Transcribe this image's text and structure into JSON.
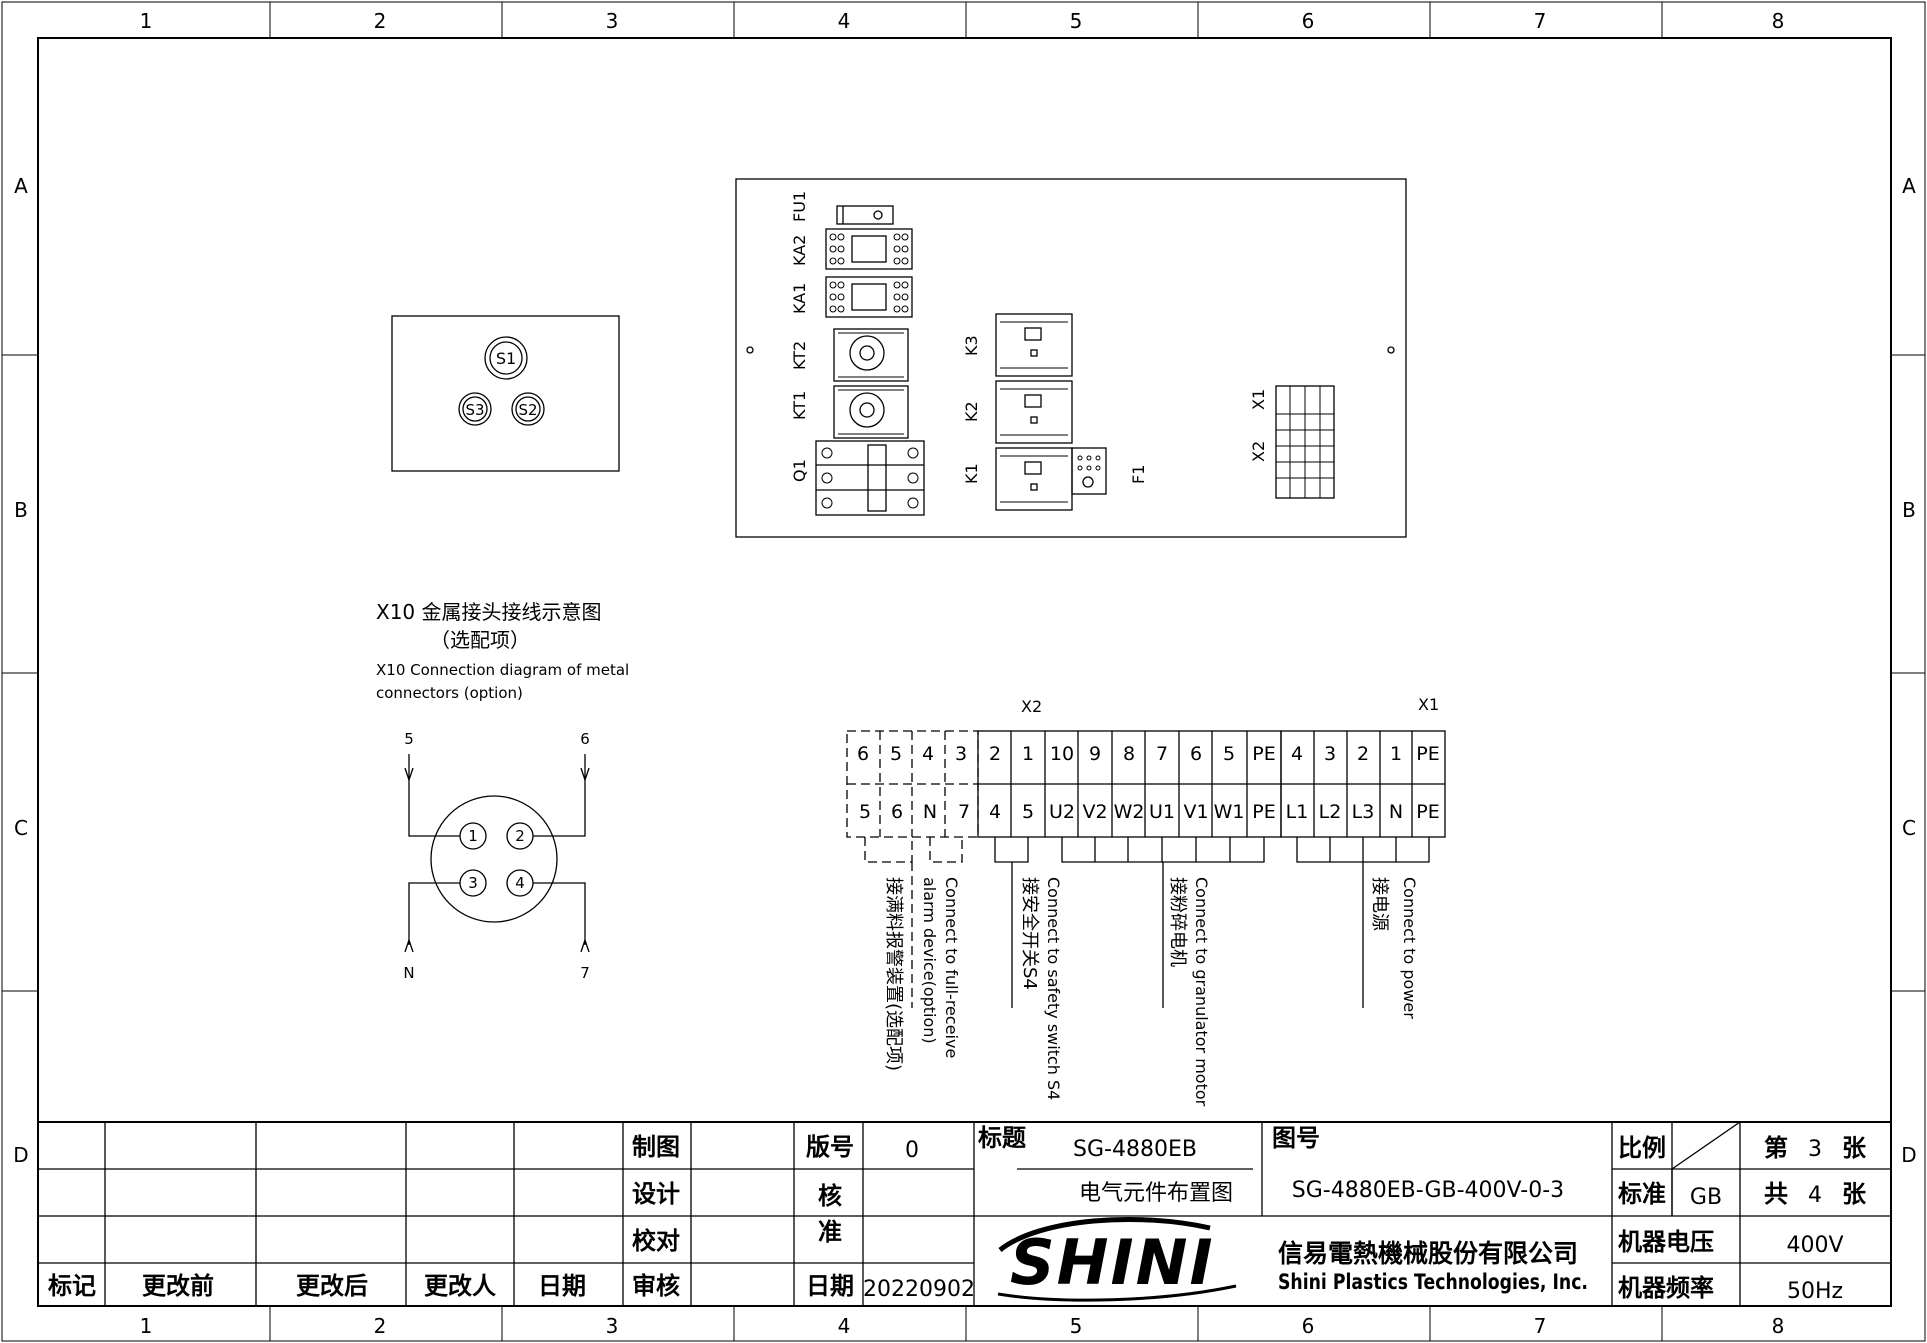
{
  "grid": {
    "columns": [
      "1",
      "2",
      "3",
      "4",
      "5",
      "6",
      "7",
      "8"
    ],
    "rows": [
      "A",
      "B",
      "C",
      "D"
    ]
  },
  "switch_panel": {
    "s1": "S1",
    "s2": "S2",
    "s3": "S3"
  },
  "cabinet": {
    "fu1": "FU1",
    "ka2": "KA2",
    "ka1": "KA1",
    "kt2": "KT2",
    "kt1": "KT1",
    "q1": "Q1",
    "k3": "K3",
    "k2": "K2",
    "k1": "K1",
    "f1": "F1",
    "x1": "X1",
    "x2": "X2"
  },
  "connector_diagram": {
    "title_cn": "X10 金属接头接线示意图",
    "option_cn": "（选配项）",
    "title_en_line1": "X10 Connection diagram of metal",
    "title_en_line2": "connectors (option)",
    "pins": [
      "1",
      "2",
      "3",
      "4"
    ],
    "wire_top_left": "5",
    "wire_top_right": "6",
    "wire_bottom_left": "N",
    "wire_bottom_right": "7"
  },
  "terminals": {
    "x2_label": "X2",
    "x1_label": "X1",
    "top_row": [
      "6",
      "5",
      "4",
      "3",
      "2",
      "1",
      "10",
      "9",
      "8",
      "7",
      "6",
      "5",
      "PE",
      "4",
      "3",
      "2",
      "1",
      "PE"
    ],
    "bottom_row": [
      "5",
      "6",
      "N",
      "7",
      "4",
      "5",
      "U2",
      "V2",
      "W2",
      "U1",
      "V1",
      "W1",
      "PE",
      "L1",
      "L2",
      "L3",
      "N",
      "PE"
    ],
    "notes": {
      "alarm_en_1": "Connect to full-receive",
      "alarm_en_2": "alarm device(option)",
      "alarm_cn": "接满料报警装置(选配项)",
      "safety_en": "Connect to safety switch S4",
      "safety_cn": "接安全开关S4",
      "motor_en": "Connect to granulator motor",
      "motor_cn": "接粉碎电机",
      "power_en": "Connect to power",
      "power_cn": "接电源"
    }
  },
  "title_block": {
    "mark": "标记",
    "before": "更改前",
    "after": "更改后",
    "changer": "更改人",
    "date_col": "日期",
    "drawn": "制图",
    "design": "设计",
    "check": "校对",
    "audit": "审核",
    "version_label": "版号",
    "version_value": "0",
    "approve_1": "核",
    "approve_2": "准",
    "date_label": "日期",
    "date_value": "20220902",
    "title_label": "标题",
    "title_value": "SG-4880EB",
    "title_sub": "电气元件布置图",
    "drawing_no_label": "图号",
    "drawing_no_value": "SG-4880EB-GB-400V-0-3",
    "scale_label": "比例",
    "standard_label": "标准",
    "standard_value": "GB",
    "sheet_prefix": "第",
    "sheet_value": "3",
    "sheet_suffix": "张",
    "total_prefix": "共",
    "total_value": "4",
    "total_suffix": "张",
    "voltage_label": "机器电压",
    "voltage_value": "400V",
    "frequency_label": "机器频率",
    "frequency_value": "50Hz",
    "brand": "SHINI",
    "company_cn": "信易電熱機械股份有限公司",
    "company_en": "Shini Plastics Technologies, Inc."
  }
}
